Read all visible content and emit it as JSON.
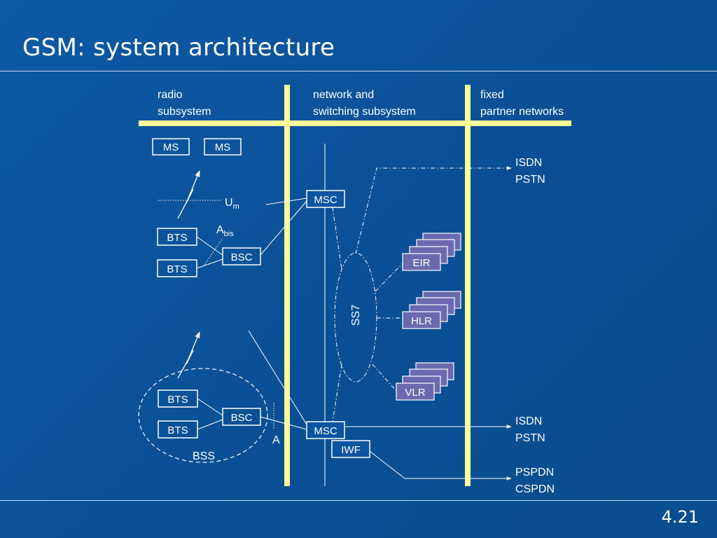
{
  "title": "GSM: system architecture",
  "page_number": "4.21",
  "columns": {
    "radio": [
      "radio",
      "subsystem"
    ],
    "network": [
      "network and",
      "switching subsystem"
    ],
    "fixed": [
      "fixed",
      "partner networks"
    ]
  },
  "nodes": {
    "ms": "MS",
    "bts": "BTS",
    "bsc": "BSC",
    "msc": "MSC",
    "iwf": "IWF",
    "eir": "EIR",
    "hlr": "HLR",
    "vlr": "VLR",
    "bss": "BSS",
    "ss7": "SS7"
  },
  "interfaces": {
    "um_main": "U",
    "um_sub": "m",
    "abis_main": "A",
    "abis_sub": "bis",
    "a": "A"
  },
  "external_networks": {
    "isdn": "ISDN",
    "pstn": "PSTN",
    "pspdn": "PSPDN",
    "cspdn": "CSPDN"
  },
  "colors": {
    "background": "#0b54a0",
    "divider": "#ffff99",
    "database": "#6a6ab0",
    "line": "#ffffff"
  }
}
